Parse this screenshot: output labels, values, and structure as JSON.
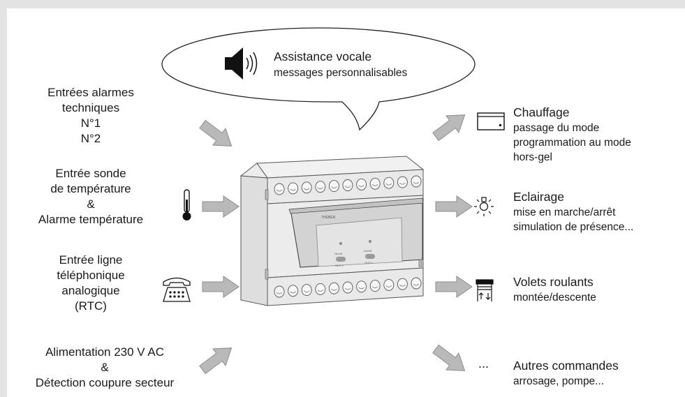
{
  "voice": {
    "title": "Assistance vocale",
    "subtitle": "messages personnalisables"
  },
  "inputs": {
    "alarms": [
      "Entrées alarmes",
      "techniques",
      "N°1",
      "N°2"
    ],
    "temperature": [
      "Entrée sonde",
      "de température",
      "&",
      "Alarme température"
    ],
    "phone": [
      "Entrée ligne",
      "téléphonique",
      "analogique",
      "(RTC)"
    ],
    "power": [
      "Alimentation 230 V AC",
      "&",
      "Détection coupure secteur"
    ]
  },
  "outputs": {
    "heating": {
      "title": "Chauffage",
      "lines": [
        "passage du mode",
        "programmation au mode",
        "hors-gel"
      ]
    },
    "lighting": {
      "title": "Eclairage",
      "lines": [
        "mise en marche/arrêt",
        "simulation de présence..."
      ]
    },
    "shutters": {
      "title": "Volets roulants",
      "lines": [
        "montée/descente"
      ]
    },
    "other": {
      "icon_text": "...",
      "title": "Autres commandes",
      "lines": [
        "arrosage, pompe..."
      ]
    }
  },
  "device": {
    "brand": "THEBEN",
    "out1": "OUT 1",
    "out2": "OUT 2",
    "switch_label": "On/off"
  },
  "colors": {
    "arrow_fill": "#b9b9b9",
    "arrow_stroke": "#8c8c8c",
    "frame": "#e3e3e3",
    "device_body": "#ececec",
    "device_cover": "#d3d3d3"
  },
  "icons": [
    "speaker-icon",
    "thermometer-icon",
    "telephone-icon",
    "heater-icon",
    "lamp-icon",
    "shutter-icon"
  ]
}
